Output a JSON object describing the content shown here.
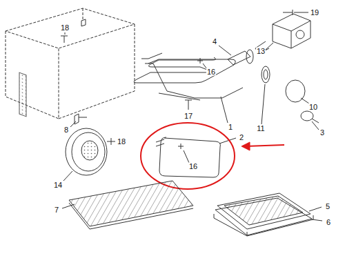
{
  "diagram": {
    "labels": [
      "19",
      "13",
      "18",
      "4",
      "16",
      "8",
      "1",
      "10",
      "11",
      "3",
      "17",
      "2",
      "14",
      "18",
      "16",
      "7",
      "5",
      "6"
    ]
  }
}
